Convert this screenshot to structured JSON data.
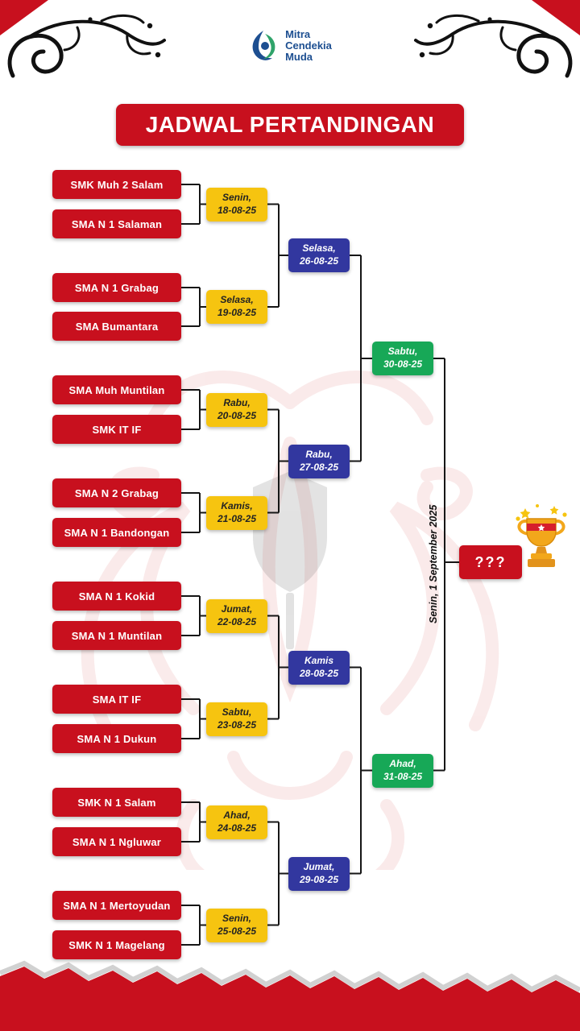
{
  "title": "JADWAL PERTANDINGAN",
  "logo": {
    "line1": "Mitra",
    "line2": "Cendekia",
    "line3": "Muda"
  },
  "bracket": {
    "teams": [
      "SMK Muh 2 Salam",
      "SMA N 1 Salaman",
      "SMA N 1 Grabag",
      "SMA Bumantara",
      "SMA Muh Muntilan",
      "SMK IT IF",
      "SMA N 2 Grabag",
      "SMA N 1 Bandongan",
      "SMA N 1 Kokid",
      "SMA N 1 Muntilan",
      "SMA IT IF",
      "SMA N 1 Dukun",
      "SMK N 1 Salam",
      "SMA N 1 Ngluwar",
      "SMA N 1 Mertoyudan",
      "SMK N 1 Magelang"
    ],
    "round1": [
      {
        "day": "Senin,",
        "date": "18-08-25"
      },
      {
        "day": "Selasa,",
        "date": "19-08-25"
      },
      {
        "day": "Rabu,",
        "date": "20-08-25"
      },
      {
        "day": "Kamis,",
        "date": "21-08-25"
      },
      {
        "day": "Jumat,",
        "date": "22-08-25"
      },
      {
        "day": "Sabtu,",
        "date": "23-08-25"
      },
      {
        "day": "Ahad,",
        "date": "24-08-25"
      },
      {
        "day": "Senin,",
        "date": "25-08-25"
      }
    ],
    "round2": [
      {
        "day": "Selasa,",
        "date": "26-08-25"
      },
      {
        "day": "Rabu,",
        "date": "27-08-25"
      },
      {
        "day": "Kamis",
        "date": "28-08-25"
      },
      {
        "day": "Jumat,",
        "date": "29-08-25"
      }
    ],
    "semis": [
      {
        "day": "Sabtu,",
        "date": "30-08-25"
      },
      {
        "day": "Ahad,",
        "date": "31-08-25"
      }
    ],
    "final": {
      "label": "???",
      "note": "Senin, 1 September 2025"
    }
  },
  "colors": {
    "red": "#C8101E",
    "yellow": "#F6C410",
    "blue": "#32379F",
    "green": "#17A857",
    "logo_blue": "#1d4f91"
  }
}
